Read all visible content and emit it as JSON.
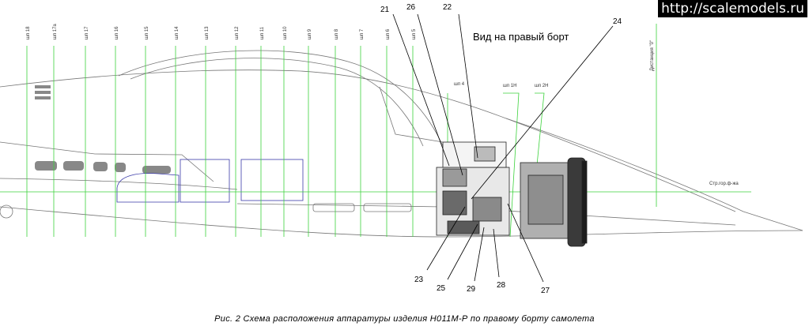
{
  "watermark": "http://scalemodels.ru",
  "view_title": "Вид на правый борт",
  "caption": "Рис. 2   Схема расположения аппаратуры изделия Н011М-Р по правому борту самолета",
  "frames": [
    "шп 18",
    "шп 17а",
    "шп 17",
    "шп 16",
    "шп 15",
    "шп 14",
    "шп 13",
    "шп 12",
    "шп 11",
    "шп 10",
    "шп 9",
    "шп 8",
    "шп 7",
    "шп 6",
    "шп 5"
  ],
  "nose_frames": [
    "шп 4",
    "шп 1Н",
    "шп 2Н"
  ],
  "datum_label": "Дистанция \"0\"",
  "axis_label": "Стр.гор.ф-жа",
  "callouts": [
    "21",
    "26",
    "22",
    "24",
    "23",
    "25",
    "29",
    "28",
    "27"
  ],
  "colors": {
    "frame_lines": "#3cd23c",
    "outline": "#666666",
    "equipment": "#333333",
    "bays": "#3a3aa8"
  }
}
